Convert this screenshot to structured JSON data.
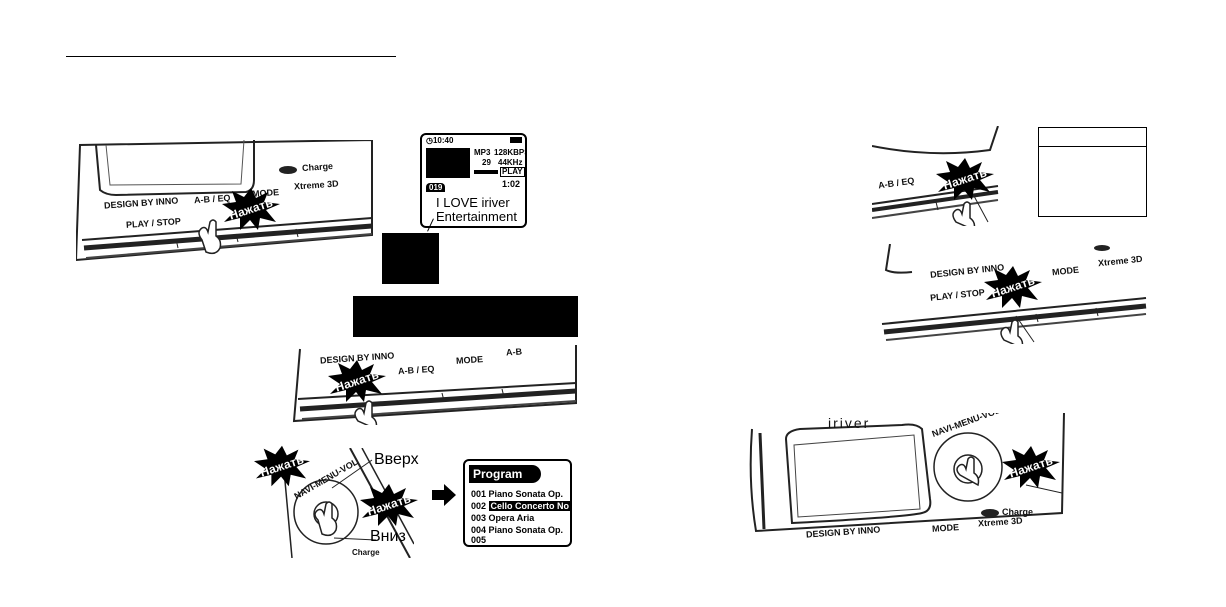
{
  "callout": "Нажать",
  "device": {
    "design_by": "DESIGN BY INNO",
    "a_b_eq": "A-B / EQ",
    "play_stop": "PLAY / STOP",
    "mode": "MODE",
    "xtreme": "Xtreme 3D",
    "charge": "Charge",
    "navi": "NAVI-MENU-VOL",
    "brand": "iriver",
    "mode_partial": "MODE",
    "ab_partial": "A-B"
  },
  "lcd": {
    "time": "10:40",
    "format": "MP3",
    "bitrate": "128KBPS",
    "track_field": "29",
    "freq": "44KHz",
    "play": "PLAY",
    "elapsed": "1:02",
    "track_no": "019",
    "title": "I LOVE iriver",
    "artist": "Entertainment"
  },
  "navi_labels": {
    "up": "Вверх",
    "down": "Вниз"
  },
  "program": {
    "header": "Program",
    "rows": [
      {
        "num": "001",
        "name": "Piano Sonata Op."
      },
      {
        "num": "002",
        "name": "Cello Concerto No"
      },
      {
        "num": "003",
        "name": "Opera Aria"
      },
      {
        "num": "004",
        "name": "Piano Sonata Op."
      },
      {
        "num": "005",
        "name": ""
      }
    ]
  },
  "colors": {
    "ink": "#000000",
    "paper": "#ffffff",
    "device_line": "#222222"
  }
}
